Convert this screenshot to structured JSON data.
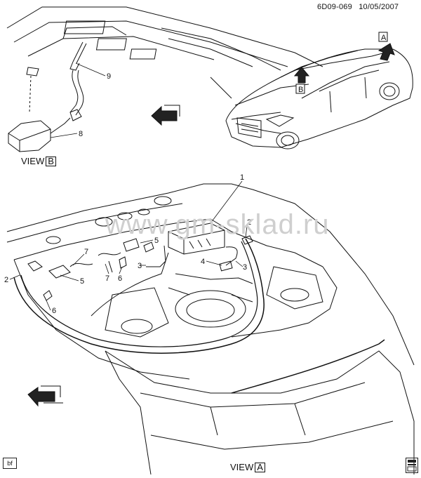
{
  "header": {
    "drawing_id": "6D09-069",
    "date": "10/05/2007"
  },
  "views": {
    "view_b_word": "VIEW",
    "view_b_letter": "B",
    "view_a_word": "VIEW",
    "view_a_letter": "A"
  },
  "car_inset": {
    "arrow_a_letter": "A",
    "arrow_b_letter": "B"
  },
  "callouts": {
    "c1": "1",
    "c2a": "2",
    "c2b": "2",
    "c3a": "3",
    "c3b": "3",
    "c4": "4",
    "c5a": "5",
    "c5b": "5",
    "c6a": "6",
    "c6b": "6",
    "c7a": "7",
    "c7b": "7",
    "c8": "8",
    "c9": "9"
  },
  "watermark": "www.gm-sklad.ru",
  "footer": {
    "left_code": "bf"
  }
}
